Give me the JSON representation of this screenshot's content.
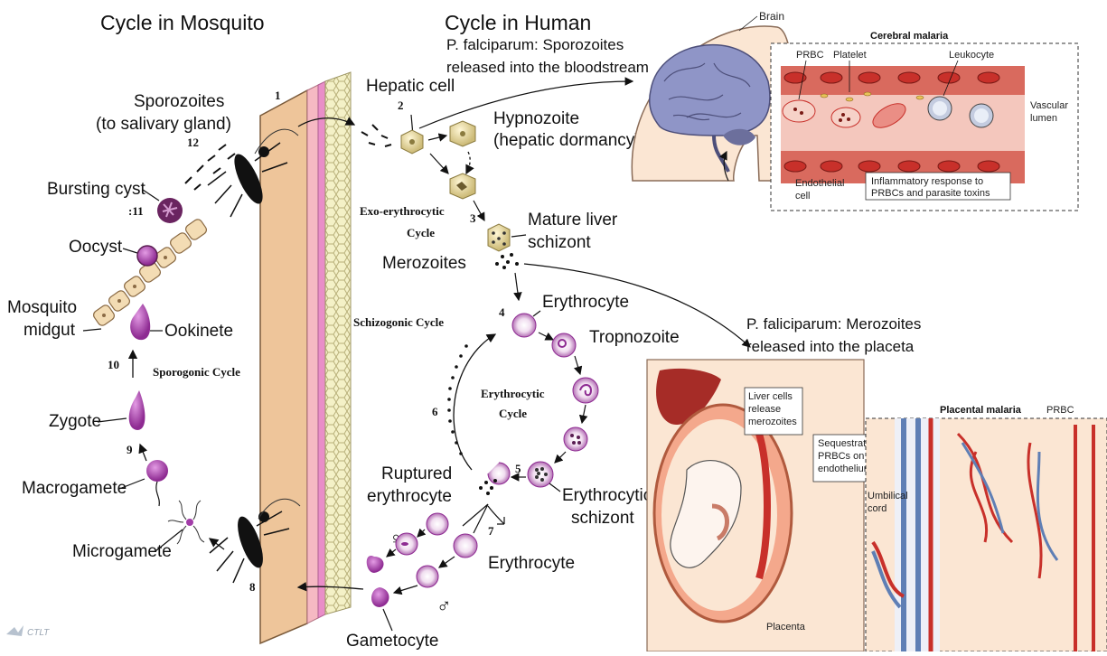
{
  "titles": {
    "mosquito": "Cycle in Mosquito",
    "human": "Cycle in Human"
  },
  "mosquito_labels": {
    "sporozoites": "Sporozoites",
    "sporozoites_sub": "(to salivary gland)",
    "bursting_cyst": "Bursting cyst",
    "oocyst": "Oocyst",
    "midgut_1": "Mosquito",
    "midgut_2": "midgut",
    "ookinete": "Ookinete",
    "sporogonic": "Sporogonic Cycle",
    "zygote": "Zygote",
    "macrogamete": "Macrogamete",
    "microgamete": "Microgamete"
  },
  "steps": {
    "s1": "1",
    "s2": "2",
    "s3": "3",
    "s4": "4",
    "s5": "5",
    "s6": "6",
    "s7": "7",
    "s8": "8",
    "s9": "9",
    "s10": "10",
    "s11": ":11",
    "s12": "12"
  },
  "human_labels": {
    "falciparum_1": "P. falciparum: Sporozoites",
    "falciparum_2": "released into the bloodstream",
    "hepatic": "Hepatic cell",
    "hypnozoite": "Hypnozoite",
    "hypnozoite_sub": "(hepatic dormancy)",
    "exo_1": "Exo-erythrocytic",
    "exo_2": "Cycle",
    "mature_1": "Mature liver",
    "mature_2": "schizont",
    "merozoites": "Merozoites",
    "erythrocyte": "Erythrocyte",
    "tropnozoite": "Tropnozoite",
    "schizogonic": "Schizogonic Cycle",
    "ery_cycle_1": "Erythrocytic",
    "ery_cycle_2": "Cycle",
    "ruptured_1": "Ruptured",
    "ruptured_2": "erythrocyte",
    "ery_schizont_1": "Erythrocytic",
    "ery_schizont_2": "schizont",
    "erythrocyte2": "Erythrocyte",
    "gametocyte": "Gametocyte",
    "female": "♀",
    "male": "♂",
    "merozoites_placenta_1": "P. faliciparum: Merozoites",
    "merozoites_placenta_2": "released into the placeta"
  },
  "cerebral": {
    "brain": "Brain",
    "title": "Cerebral malaria",
    "prbc": "PRBC",
    "platelet": "Platelet",
    "leukocyte": "Leukocyte",
    "vascular_1": "Vascular",
    "vascular_2": "lumen",
    "endothelial_1": "Endothelial",
    "endothelial_2": "cell",
    "inflam_1": "Inflammatory response to",
    "inflam_2": "PRBCs and parasite toxins"
  },
  "placental": {
    "liver_1": "Liver cells",
    "liver_2": "release",
    "liver_3": "merozoites",
    "seq_1": "Sequestration of",
    "seq_2": "PRBCs on placental",
    "seq_3": "endothelium",
    "title": "Placental malaria",
    "prbc": "PRBC",
    "umbilical_1": "Umbilical",
    "umbilical_2": "cord",
    "placenta": "Placenta"
  },
  "logo": {
    "text": "CTLT"
  },
  "colors": {
    "parasite_purple": "#a23da8",
    "cyst_dark": "#5a1d52",
    "skin": "#f0c79a",
    "midgut": "#f3dcb4",
    "vessel_red": "#c8302a",
    "vessel_blue": "#5f7fb5",
    "brain": "#8f95c7"
  }
}
